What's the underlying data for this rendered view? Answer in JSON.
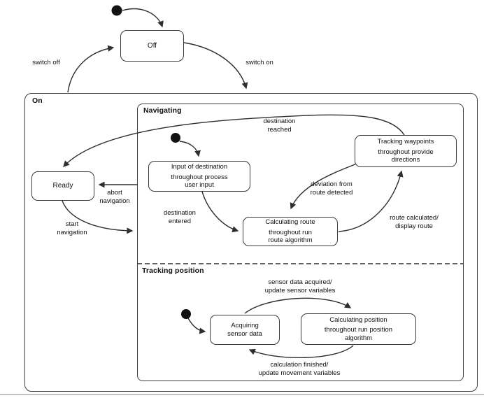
{
  "colors": {
    "stroke": "#2e2e2e",
    "state_fill": "#ffffff",
    "text": "#111111",
    "bottom_rule": "#c2c2c2"
  },
  "regions": {
    "on": {
      "label": "On"
    },
    "navigating": {
      "label": "Navigating"
    },
    "tracking_position": {
      "label": "Tracking position"
    }
  },
  "states": {
    "off": {
      "name": "Off"
    },
    "ready": {
      "name": "Ready"
    },
    "input_of_destination": {
      "name": "Input of destination",
      "activity": "throughout process user input"
    },
    "calculating_route": {
      "name": "Calculating route",
      "activity": "throughout run route algorithm"
    },
    "tracking_waypoints": {
      "name": "Tracking waypoints",
      "activity": "throughout provide directions"
    },
    "acquiring_sensor_data": {
      "name": "Acquiring sensor data"
    },
    "calculating_position": {
      "name": "Calculating position",
      "activity": "throughout run position algorithm"
    }
  },
  "transitions": {
    "switch_off": {
      "label": "switch off"
    },
    "switch_on": {
      "label": "switch on"
    },
    "destination_reached": {
      "label": "destination\nreached"
    },
    "abort_navigation": {
      "label": "abort\nnavigation"
    },
    "start_navigation": {
      "label": "start\nnavigation"
    },
    "destination_entered": {
      "label": "destination\nentered"
    },
    "deviation_from_route": {
      "label": "deviation from\nroute detected"
    },
    "route_calculated": {
      "label": "route calculated/\ndisplay route"
    },
    "sensor_data_acquired": {
      "label": "sensor data acquired/\nupdate sensor variables"
    },
    "calculation_finished": {
      "label": "calculation finished/\nupdate movement variables"
    }
  }
}
